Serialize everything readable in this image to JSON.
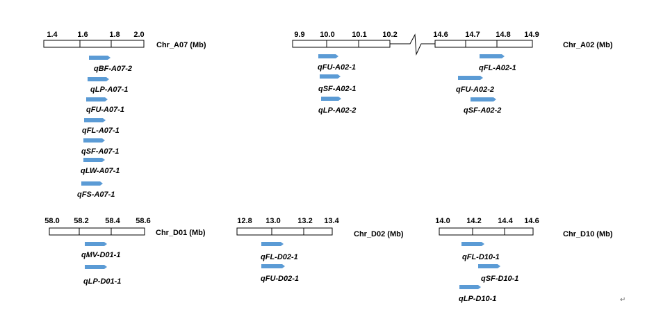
{
  "colors": {
    "qtl_arrow": "#5B9BD5",
    "bar_stroke": "#000000"
  },
  "chromosomes": [
    {
      "id": "A07",
      "name": "Chr_A07 (Mb)",
      "ticks": [
        "1.4",
        "1.6",
        "1.8",
        "2.0"
      ],
      "qtls": [
        "qBF-A07-2",
        "qLP-A07-1",
        "qFU-A07-1",
        "qFL-A07-1",
        "qSF-A07-1",
        "qLW-A07-1",
        "qFS-A07-1"
      ]
    },
    {
      "id": "A02",
      "name": "Chr_A02 (Mb)",
      "ticks": [
        "9.9",
        "10.0",
        "10.1",
        "10.2",
        "14.6",
        "14.7",
        "14.8",
        "14.9"
      ],
      "qtls": [
        "qFU-A02-1",
        "qSF-A02-1",
        "qLP-A02-2",
        "qFL-A02-1",
        "qFU-A02-2",
        "qSF-A02-2"
      ]
    },
    {
      "id": "D01",
      "name": "Chr_D01 (Mb)",
      "ticks": [
        "58.0",
        "58.2",
        "58.4",
        "58.6"
      ],
      "qtls": [
        "qMV-D01-1",
        "qLP-D01-1"
      ]
    },
    {
      "id": "D02",
      "name": "Chr_D02 (Mb)",
      "ticks": [
        "12.8",
        "13.0",
        "13.2",
        "13.4"
      ],
      "qtls": [
        "qFL-D02-1",
        "qFU-D02-1"
      ]
    },
    {
      "id": "D10",
      "name": "Chr_D10 (Mb)",
      "ticks": [
        "14.0",
        "14.2",
        "14.4",
        "14.6"
      ],
      "qtls": [
        "qFL-D10-1",
        "qSF-D10-1",
        "qLP-D10-1"
      ]
    }
  ],
  "return_mark": "↵"
}
